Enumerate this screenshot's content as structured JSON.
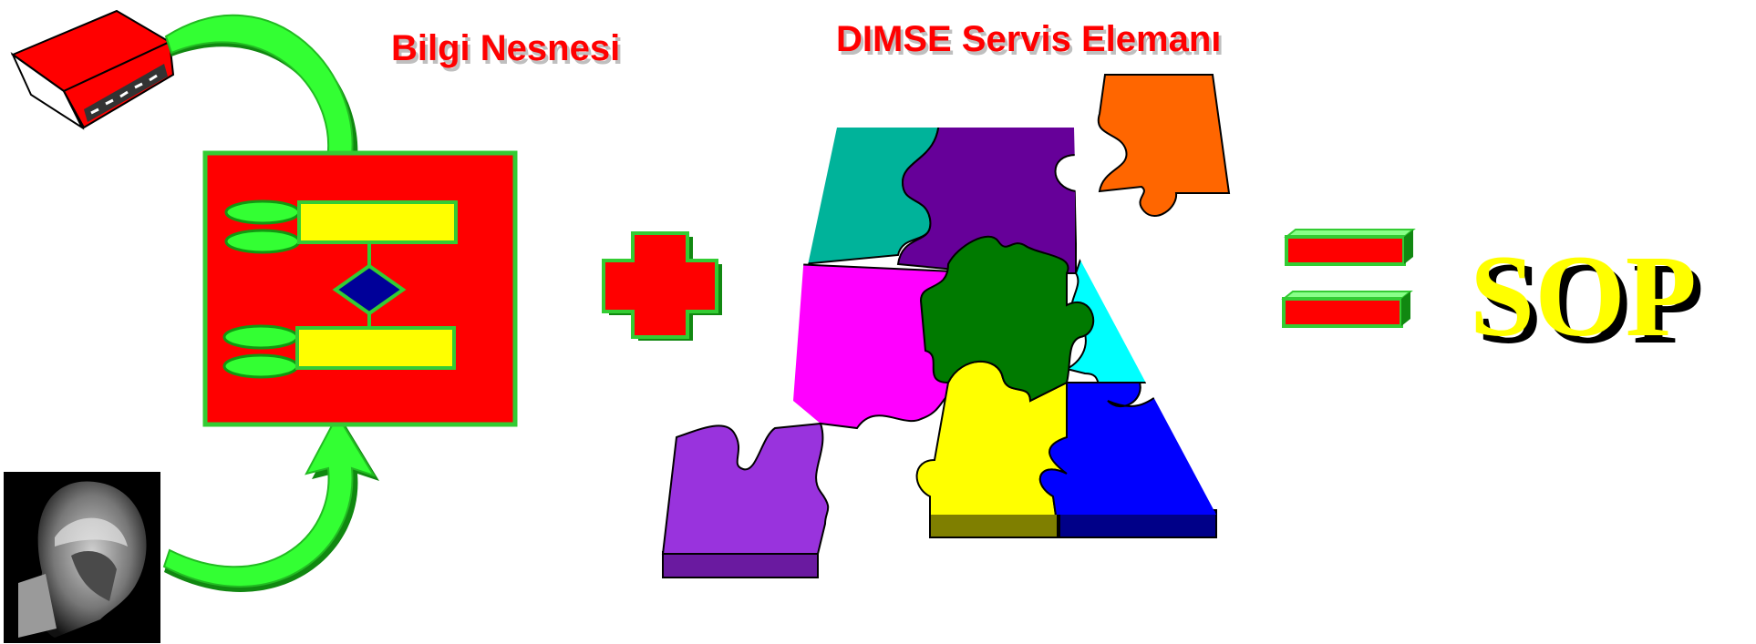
{
  "labels": {
    "info_object": "Bilgi Nesnesi",
    "dimse_element": "DIMSE Servis Elemanı",
    "result": "SOP"
  },
  "operators": {
    "plus": "plus-sign",
    "equals": "equals-sign"
  },
  "icons": {
    "book": "book-icon",
    "mri": "mri-brain-scan-image",
    "flowchart": "flowchart-icon",
    "puzzle": "puzzle-pieces"
  },
  "colors": {
    "label_text": "#ff0000",
    "label_shadow": "#bfbfbf",
    "sop_text": "#ffff00",
    "sop_shadow": "#000000",
    "arrow": "#00ff00",
    "arrow_shade": "#118811",
    "box_red": "#ff0000",
    "box_yellow": "#ffff00",
    "diamond": "#000099",
    "puzzle_teal": "#00b39a",
    "puzzle_purple": "#660099",
    "puzzle_orange": "#ff6600",
    "puzzle_magenta": "#ff00ff",
    "puzzle_green": "#007a00",
    "puzzle_cyan": "#00ffff",
    "puzzle_yellow": "#ffff00",
    "puzzle_blue": "#0000ff",
    "puzzle_violet": "#9933cc"
  }
}
